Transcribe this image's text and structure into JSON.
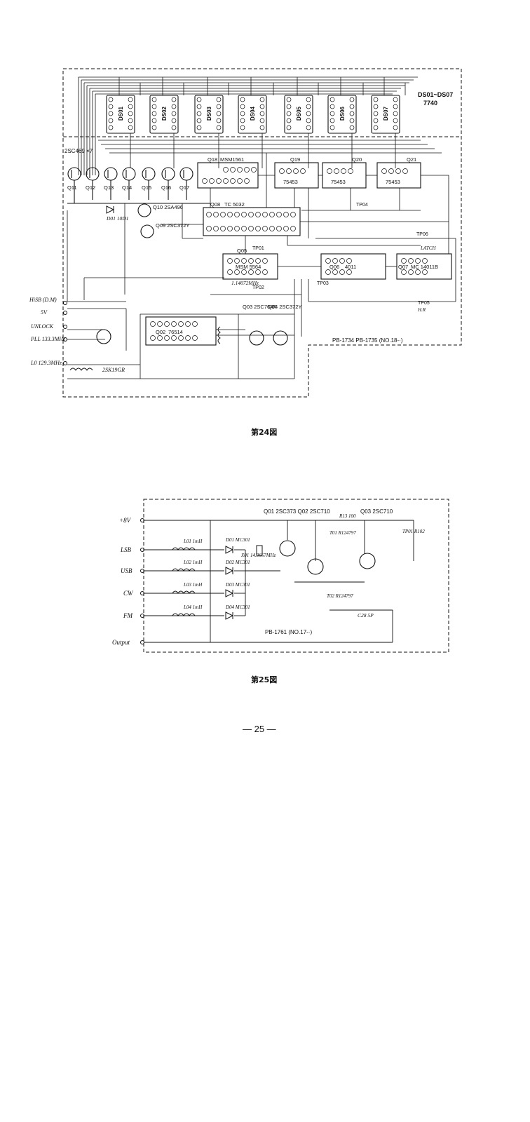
{
  "figure24": {
    "caption": "第24図",
    "board_label": "PB-1734  PB-1735 (NO.18-·)",
    "display_label": "DS01~DS07",
    "display_part": "7740",
    "displays": [
      "DS01",
      "DS02",
      "DS03",
      "DS04",
      "DS05",
      "DS06",
      "DS07"
    ],
    "inputs": [
      "HiSB (D.M)",
      "5V",
      "UNLOCK",
      "PLL 133.3MHz",
      "L0 129.3MHz"
    ],
    "ics": [
      {
        "ref": "Q18",
        "part": "MSM1561"
      },
      {
        "ref": "Q08",
        "part": "TC 5032"
      },
      {
        "ref": "Q19",
        "part": "75453"
      },
      {
        "ref": "Q20",
        "part": "75453"
      },
      {
        "ref": "Q21",
        "part": "75453"
      },
      {
        "ref": "Q05",
        "part": "MSM 5564"
      },
      {
        "ref": "Q06",
        "part": "4011"
      },
      {
        "ref": "Q07",
        "part": "MC 14011B"
      },
      {
        "ref": "Q02",
        "part": "76514"
      }
    ],
    "transistors": [
      "Q11",
      "Q12",
      "Q13",
      "Q14",
      "Q15",
      "Q16",
      "Q17"
    ],
    "transistor_part": "2SC469 ×7",
    "q10": "Q10  2SA496",
    "q09": "Q09  2SC372Y",
    "q01_part": "2SK19GR",
    "q03": "Q03 2SC764R",
    "q04": "Q04 2SC372Y",
    "crystal": "1.14072MHz",
    "test_points": [
      "TP01",
      "TP02",
      "TP03",
      "TP04",
      "TP05",
      "TP06"
    ],
    "labels": [
      "LATCH",
      "H.R",
      "D01 10D1"
    ]
  },
  "figure25": {
    "caption": "第25図",
    "board_label": "PB-1761  (NO.17-·)",
    "inputs": [
      "+8V",
      "LSB",
      "USB",
      "CW",
      "FM",
      "Output"
    ],
    "diodes": [
      "D01 MC301",
      "D02 MC301",
      "D03 MC301",
      "D04 MC301"
    ],
    "coils": [
      "L01 1mH",
      "L02 1mH",
      "L03 1mH",
      "L04 1mH"
    ],
    "header": "Q01 2SC373  Q02 2SC710",
    "q03": "Q03 2SC710",
    "crystal": "X01 14.3667MHz",
    "t01": "T01 R124797",
    "t02": "T02 R124797",
    "c28": "C28 5P",
    "r13": "R13 100",
    "tp": "TP01 R102"
  },
  "page_number": "— 25 —"
}
